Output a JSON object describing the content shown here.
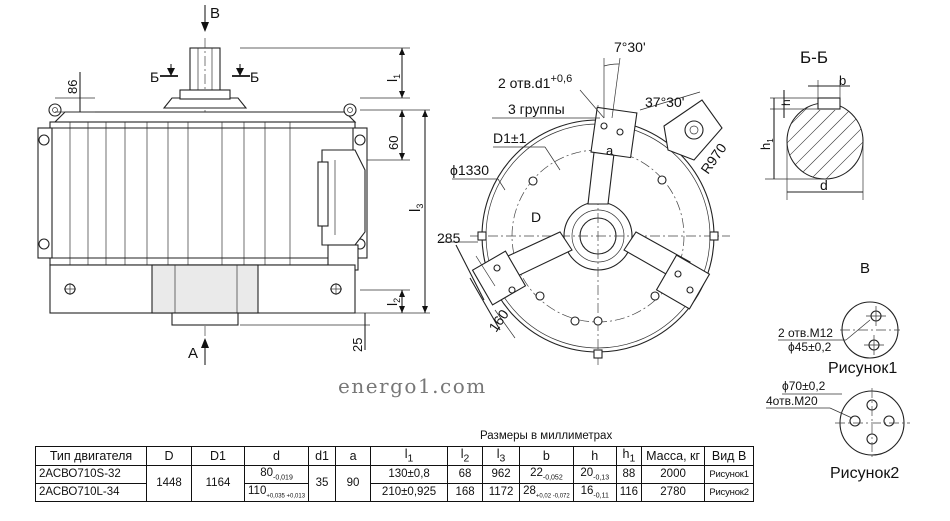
{
  "watermark": "energo1.com",
  "views": {
    "arrow_b_top": "B",
    "arrow_a_bottom": "A",
    "section_marker_left": "Б",
    "section_marker_right": "Б",
    "section_title": "Б-Б",
    "view_b_title": "В",
    "figure1_label": "Рисунок1",
    "figure2_label": "Рисунок2"
  },
  "front_dims": {
    "l1": "l",
    "l1_sub": "1",
    "l2": "l",
    "l2_sub": "2",
    "l3": "l",
    "l3_sub": "3",
    "d86": "86",
    "d60": "60",
    "d25": "25"
  },
  "plan_dims": {
    "angle1": "7°30'",
    "angle2": "37°30'",
    "holes": "2 отв.d1",
    "holes_tol": "+0,6",
    "groups": "3 группы",
    "d1": "D1±1",
    "phi": "ϕ1330",
    "d": "D",
    "a": "a",
    "r970": "R970",
    "d285": "285",
    "d160": "160"
  },
  "section_dims": {
    "b": "b",
    "h": "h",
    "h1": "h",
    "h1_sub": "1",
    "d": "d"
  },
  "fig1_dims": {
    "holes": "2 отв.М12",
    "phi": "ϕ45±0,2"
  },
  "fig2_dims": {
    "phi": "ϕ70±0,2",
    "holes": "4отв.М20"
  },
  "table": {
    "caption": "Размеры в миллиметрах",
    "headers": [
      "Тип двигателя",
      "D",
      "D1",
      "d",
      "d1",
      "a",
      "l",
      "l",
      "l",
      "b",
      "h",
      "h",
      "Масса, кг",
      "Вид В"
    ],
    "header_subs": [
      "",
      "",
      "",
      "",
      "",
      "",
      "1",
      "2",
      "3",
      "",
      "",
      "1",
      "",
      ""
    ],
    "rows": [
      {
        "type": "2АСВО710S-32",
        "d": "80",
        "d_tol": "-0,019",
        "l1": "130±0,8",
        "l2": "68",
        "l3": "962",
        "b": "22",
        "b_tol": "-0,052",
        "h": "20",
        "h_tol": "-0,13",
        "h1": "88",
        "mass": "2000",
        "view": "Рисунок1"
      },
      {
        "type": "2АСВО710L-34",
        "d": "110",
        "d_tol": "+0,035 +0,013",
        "l1": "210±0,925",
        "l2": "168",
        "l3": "1172",
        "b": "28",
        "b_tol": "+0,02 -0,072",
        "h": "16",
        "h_tol": "-0,11",
        "h1": "116",
        "mass": "2780",
        "view": "Рисунок2"
      }
    ],
    "shared": {
      "D": "1448",
      "D1": "1164",
      "d1": "35",
      "a": "90"
    }
  }
}
